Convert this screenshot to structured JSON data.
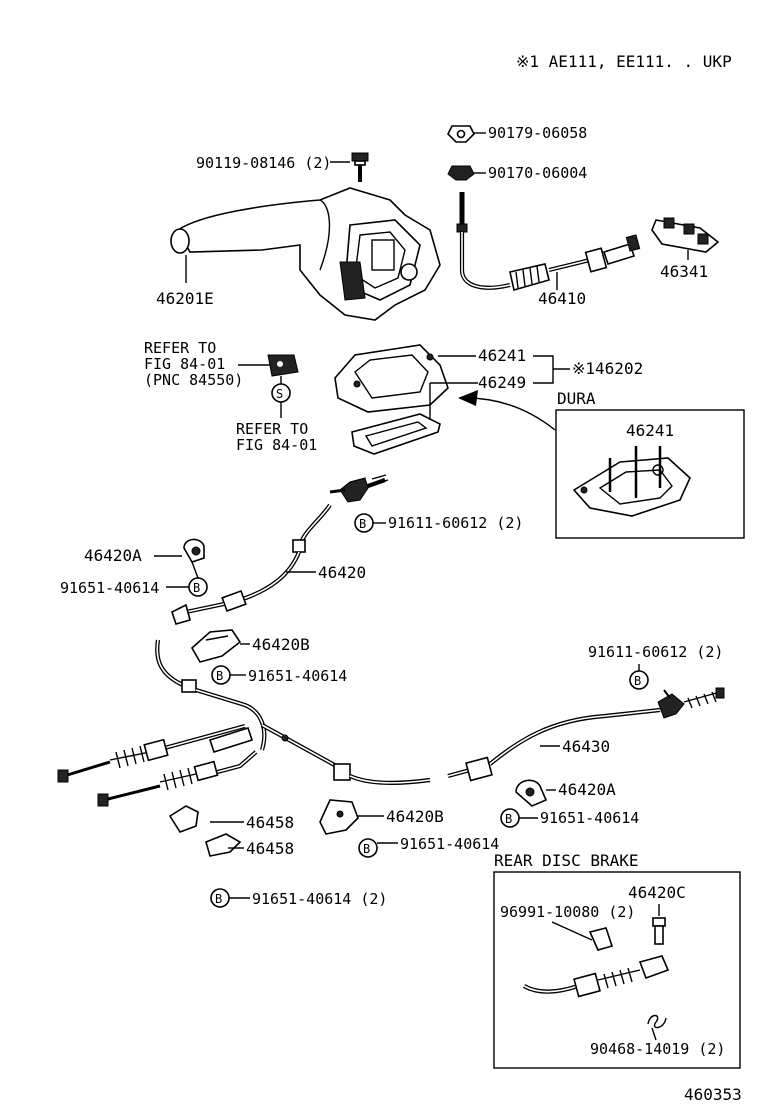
{
  "header_note": "※1 AE111, EE111. . UKP",
  "figure_number": "460353",
  "labels": {
    "bolt_90119": "90119-08146 (2)",
    "nut_90179": "90179-06058",
    "nut_90170": "90170-06004",
    "lever_46201E": "46201E",
    "cable_46410": "46410",
    "clip_46341": "46341",
    "refer_to_1": "REFER TO",
    "fig_84_01_1": "FIG 84-01",
    "pnc_84550": "(PNC 84550)",
    "s_symbol": "S",
    "refer_to_2": "REFER TO",
    "fig_84_01_2": "FIG 84-01",
    "cover_46241": "46241",
    "seal_46249": "46249",
    "kit_146202": "※146202",
    "dura_title": "DURA",
    "dura_46241": "46241",
    "b_symbol": "B",
    "clamp_91611_top": "91611-60612 (2)",
    "cable_46420": "46420",
    "clamp_46420A_left": "46420A",
    "bolt_91651_a": "91651-40614",
    "clamp_46420B_top": "46420B",
    "bolt_91651_b": "91651-40614",
    "clamp_91611_right": "91611-60612 (2)",
    "cable_46430": "46430",
    "clamp_46420A_right": "46420A",
    "bolt_91651_c": "91651-40614",
    "clip_46458_1": "46458",
    "clip_46458_2": "46458",
    "clamp_46420B_bottom": "46420B",
    "bolt_91651_d": "91651-40614",
    "bolt_91651_e": "91651-40614 (2)",
    "rear_disc_title": "REAR DISC BRAKE",
    "rd_46420C": "46420C",
    "rd_96991": "96991-10080 (2)",
    "rd_90468": "90468-14019 (2)"
  }
}
